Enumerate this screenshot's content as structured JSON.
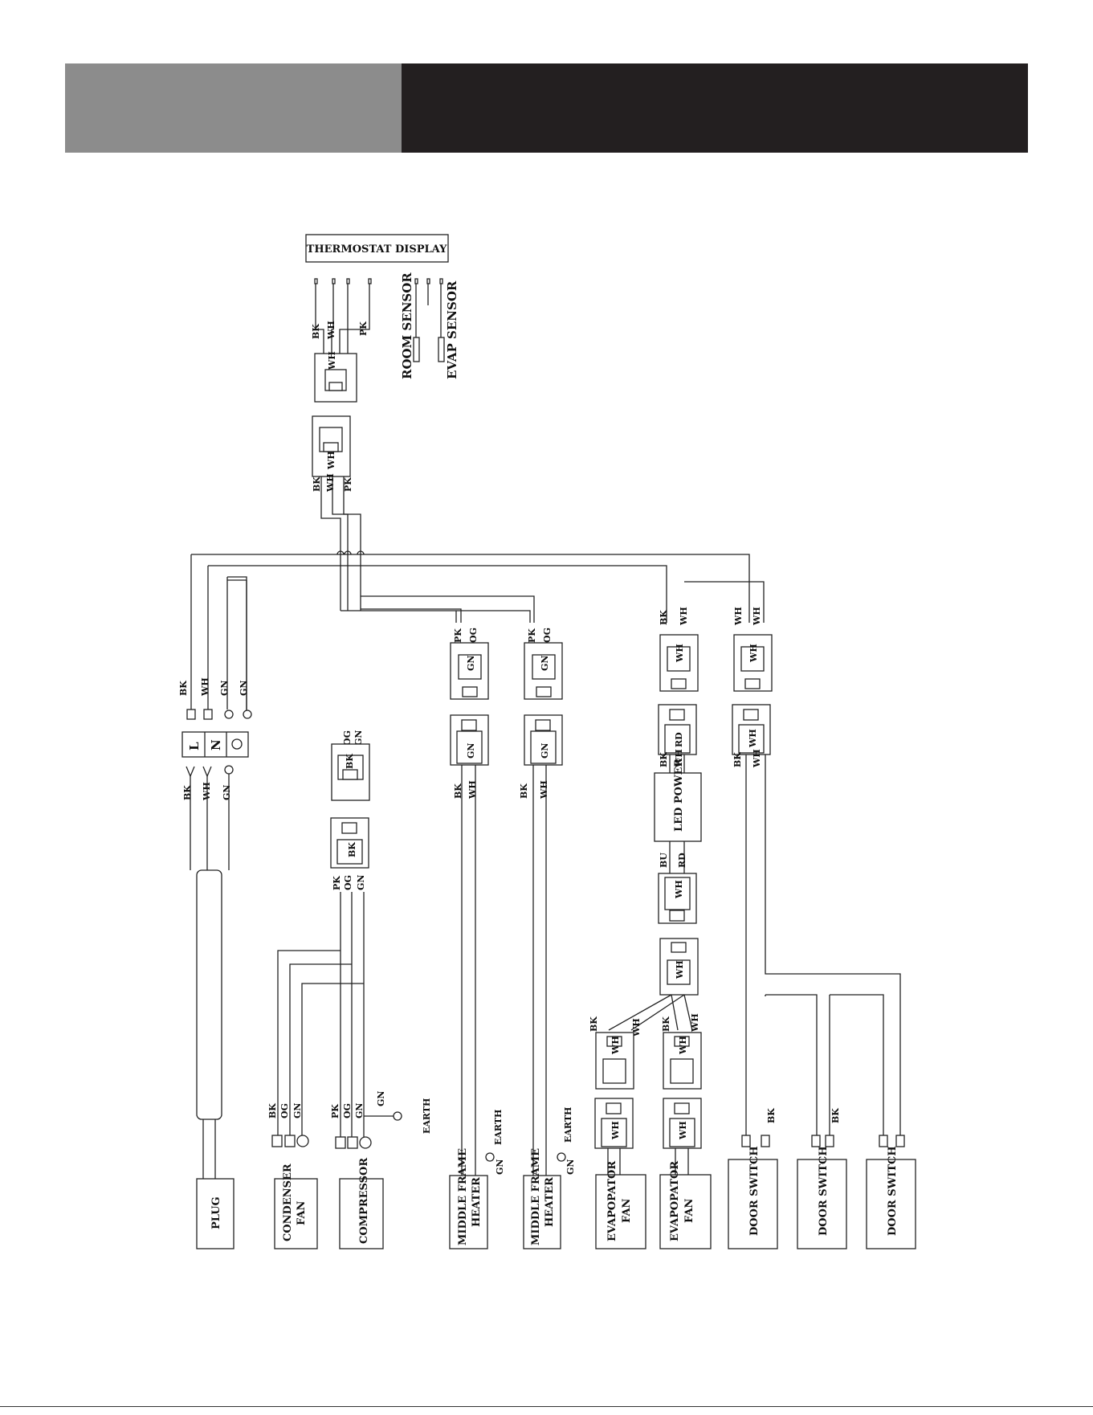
{
  "header": {
    "left_color": "#8c8c8c",
    "right_color": "#231f20"
  },
  "thermostat": {
    "title": "THERMOSTAT DISPLAY"
  },
  "sensors": {
    "room": "ROOM SENSOR",
    "evap": "EVAP SENSOR"
  },
  "components": {
    "plug": "PLUG",
    "condenser_fan": [
      "CONDENSER",
      "FAN"
    ],
    "compressor": "COMPRESSOR",
    "middle_frame_heater_1": [
      "MIDDLE FRAME",
      "HEATER"
    ],
    "middle_frame_heater_2": [
      "MIDDLE FRAME",
      "HEATER"
    ],
    "evaporator_fan_1": [
      "EVAPOPATOR",
      "FAN"
    ],
    "evaporator_fan_2": [
      "EVAPOPATOR",
      "FAN"
    ],
    "door_switch_1": "DOOR SWITCH",
    "door_switch_2": "DOOR SWITCH",
    "door_switch_3": "DOOR SWITCH",
    "led_power": "LED POWER"
  },
  "terminal_block": {
    "l": "L",
    "n": "N"
  },
  "wire_colors": {
    "bk": "BK",
    "wh": "WH",
    "wh_alt": "WH",
    "pk": "PK",
    "og": "OG",
    "gn": "GN",
    "bu": "BU",
    "rd": "RD"
  },
  "connector_labels": {
    "wh": "WH",
    "gn": "GN",
    "bk": "BK",
    "rd": "RD"
  },
  "earth": "EARTH"
}
